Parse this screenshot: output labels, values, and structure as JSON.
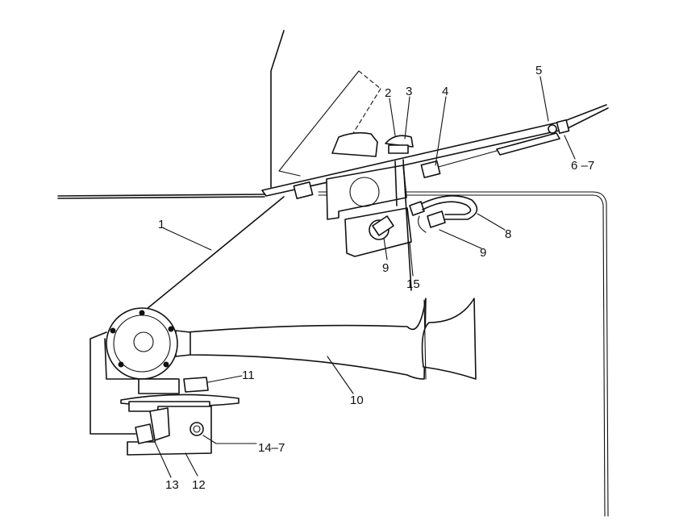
{
  "callouts": [
    {
      "id": "1",
      "text": "1"
    },
    {
      "id": "2",
      "text": "2"
    },
    {
      "id": "3",
      "text": "3"
    },
    {
      "id": "4",
      "text": "4"
    },
    {
      "id": "5",
      "text": "5"
    },
    {
      "id": "6-7",
      "text": "6 –7"
    },
    {
      "id": "8",
      "text": "8"
    },
    {
      "id": "9a",
      "text": "9"
    },
    {
      "id": "9b",
      "text": "9"
    },
    {
      "id": "15",
      "text": "15"
    },
    {
      "id": "11",
      "text": "11"
    },
    {
      "id": "10",
      "text": "10"
    },
    {
      "id": "14-7",
      "text": "14–7"
    },
    {
      "id": "13",
      "text": "13"
    },
    {
      "id": "12",
      "text": "12"
    }
  ],
  "colors": {
    "ink": "#111111",
    "paper": "#ffffff"
  }
}
